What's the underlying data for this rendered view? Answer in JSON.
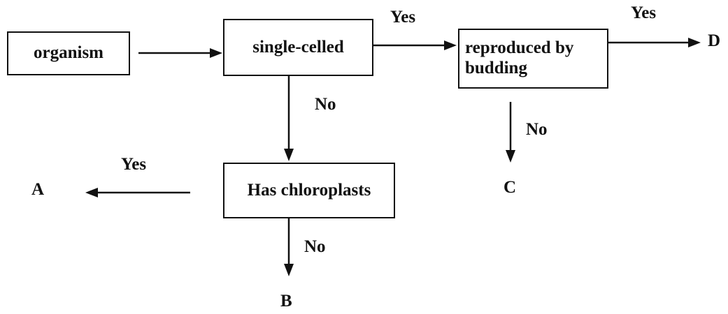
{
  "nodes": {
    "organism": "organism",
    "single_celled": "single-celled",
    "budding": "reproduced by\nbudding",
    "chloroplasts": "Has chloroplasts"
  },
  "edges": {
    "single_to_budding": "Yes",
    "single_to_chloro": "No",
    "budding_to_D": "Yes",
    "budding_to_C": "No",
    "chloro_to_A": "Yes",
    "chloro_to_B": "No"
  },
  "outcomes": {
    "A": "A",
    "B": "B",
    "C": "C",
    "D": "D"
  }
}
